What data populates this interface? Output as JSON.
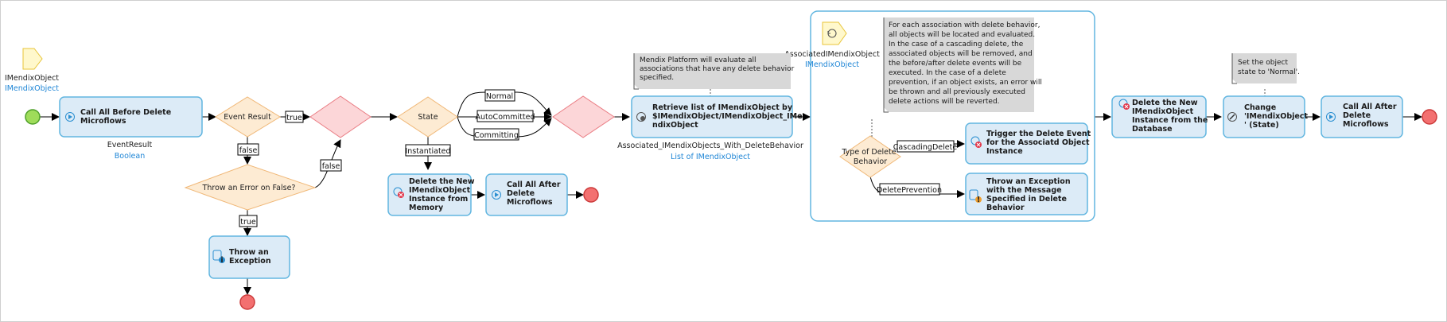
{
  "parameter": {
    "name": "IMendixObject",
    "type": "IMendixObject"
  },
  "start": {},
  "activities": {
    "call_before": {
      "lines": [
        "Call All Before Delete",
        "Microflows"
      ],
      "output_var": "EventResult",
      "output_type": "Boolean"
    },
    "throw_exception": {
      "lines": [
        "Throw an",
        "Exception"
      ]
    },
    "delete_from_memory": {
      "lines": [
        "Delete the New",
        "IMendixObject",
        "Instance from",
        "Memory"
      ]
    },
    "call_after_mid": {
      "lines": [
        "Call All After",
        "Delete",
        "Microflows"
      ]
    },
    "retrieve": {
      "lines": [
        "Retrieve list of IMendixObject by",
        "$IMendixObject/IMendixObject_IMe",
        "ndixObject"
      ],
      "output_var": "Associated_IMendixObjects_With_DeleteBehavior",
      "output_type": "List of IMendixObject"
    },
    "trigger_delete": {
      "lines": [
        "Trigger the Delete Event",
        "for the Associatd Object",
        "Instance"
      ]
    },
    "throw_msg": {
      "lines": [
        "Throw an Exception",
        "with the Message",
        "Specified in Delete",
        "Behavior"
      ]
    },
    "delete_from_db": {
      "lines": [
        "Delete the New",
        "IMendixObject",
        "Instance from the",
        "Database"
      ]
    },
    "change": {
      "lines": [
        "Change",
        "'IMendixObject",
        "' (State)"
      ]
    },
    "call_after_end": {
      "lines": [
        "Call All After",
        "Delete",
        "Microflows"
      ]
    }
  },
  "decisions": {
    "event_result": {
      "label": "Event Result"
    },
    "throw_on_false": {
      "label": "Throw an Error on False?"
    },
    "state": {
      "label": "State"
    },
    "delete_type": {
      "lines": [
        "Type of Delete",
        "Behavior"
      ]
    }
  },
  "flow_labels": {
    "true1": "true",
    "false1": "false",
    "false2": "false",
    "true2": "true",
    "instantiated": "Instantiated",
    "normal": "Normal",
    "autocommitted": "AutoCommitted",
    "committing": "Committing",
    "cascading": "CascadingDelete",
    "prevention": "DeletePrevention"
  },
  "loop": {
    "iterator": "AssociatedIMendixObject",
    "iterator_type": "IMendixObject"
  },
  "annotations": {
    "retrieve_note": [
      "Mendix Platform will evaluate all",
      "associations that have any delete behavior",
      "specified."
    ],
    "loop_note": [
      "For each association with delete behavior,",
      "all objects will be located and evaluated.",
      "In the case of a cascading delete, the",
      "associated objects will be removed, and",
      "the before/after delete events will be",
      "executed. In the case of a delete",
      "prevention, if an object exists, an error will",
      "be thrown and all previously executed",
      "delete actions will be reverted."
    ],
    "state_note": [
      "Set the object",
      "state to 'Normal'."
    ]
  },
  "colors": {
    "activity_fill": "#dcebf7",
    "activity_stroke": "#62b6e0",
    "decision_fill": "#fdebd3",
    "decision_stroke": "#f0b878",
    "merge_fill": "#fcd6d8",
    "merge_stroke": "#ea7d84",
    "start_fill": "#9fdc5a",
    "start_stroke": "#4fa02a",
    "end_fill": "#f37070",
    "end_stroke": "#cc3b3b",
    "note_fill": "#d8d8d8",
    "link": "#1f86d6"
  }
}
